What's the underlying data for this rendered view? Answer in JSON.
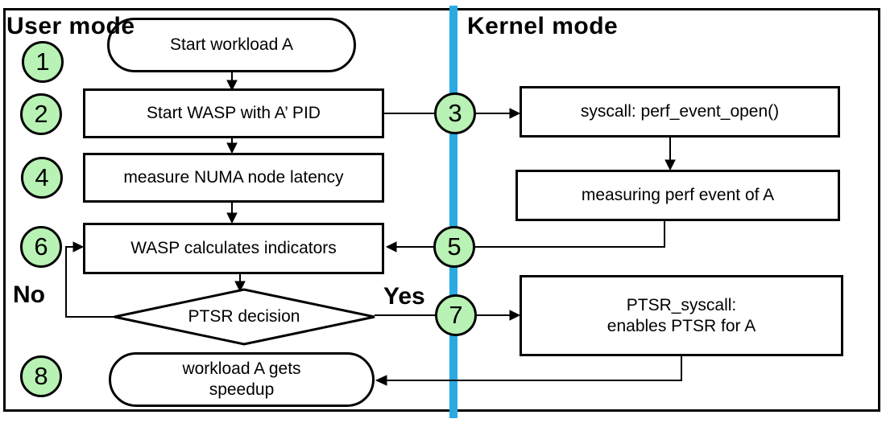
{
  "diagram": {
    "title_left": "User mode",
    "title_right": "Kernel mode",
    "colors": {
      "circle_fill": "#b8f2b4",
      "divider": "#29abe2",
      "stroke": "#000000"
    },
    "labels": {
      "no": "No",
      "yes": "Yes"
    },
    "nodes": {
      "start": "Start workload A",
      "start_wasp": "Start WASP with A’ PID",
      "measure_numa": "measure NUMA node latency",
      "wasp_calculates": "WASP calculates indicators",
      "ptsr_decision": "PTSR decision",
      "workload_speedup_line1": "workload A gets",
      "workload_speedup_line2": "speedup",
      "syscall_perf": "syscall: perf_event_open()",
      "measuring_perf": "measuring perf event of A",
      "ptsr_syscall_line1": "PTSR_syscall:",
      "ptsr_syscall_line2": "enables PTSR for A"
    },
    "steps": [
      "1",
      "2",
      "3",
      "4",
      "5",
      "6",
      "7",
      "8"
    ]
  }
}
